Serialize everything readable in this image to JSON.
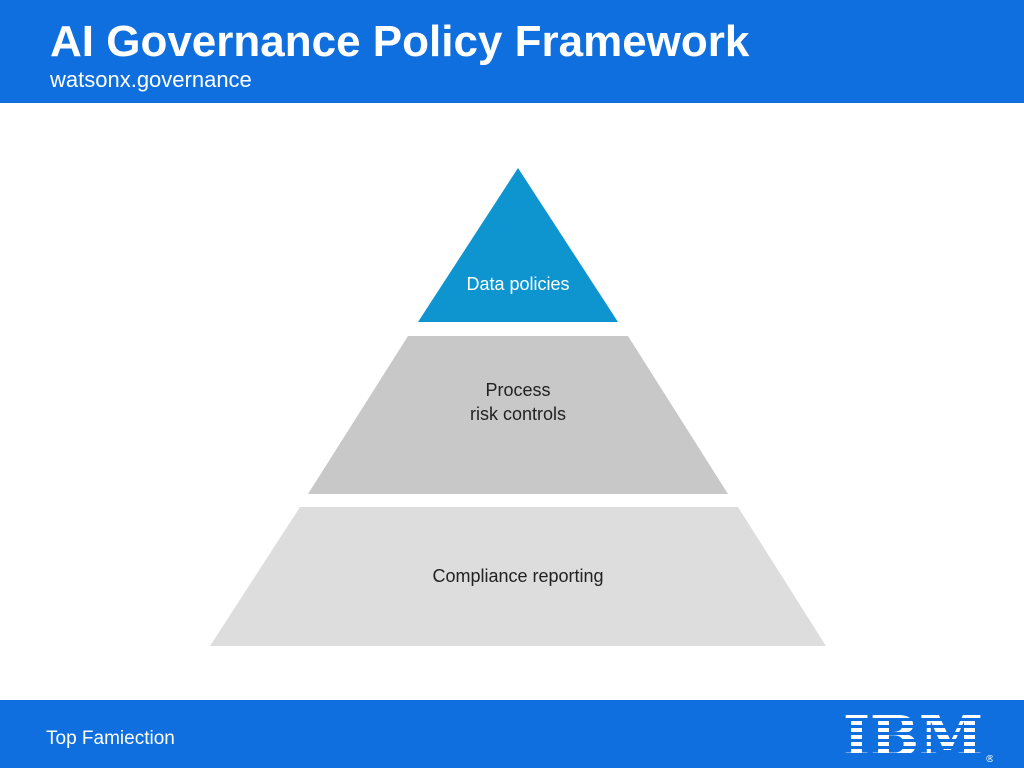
{
  "header": {
    "title": "AI Governance Policy Framework",
    "subtitle": "watsonx.governance",
    "background_color": "#0f6fde"
  },
  "pyramid": {
    "tiers": [
      {
        "label_lines": [
          "Data policies"
        ],
        "color": "#0e95cf",
        "text_color": "#ffffff"
      },
      {
        "label_lines": [
          "Process",
          "risk controls"
        ],
        "color": "#c8c8c8",
        "text_color": "#222222"
      },
      {
        "label_lines": [
          "Compliance reporting"
        ],
        "color": "#dddddd",
        "text_color": "#222222"
      }
    ]
  },
  "footer": {
    "text": "Top Famiection",
    "logo_text": "IBM",
    "logo_icon": "ibm-logo",
    "background_color": "#0f6fde"
  }
}
